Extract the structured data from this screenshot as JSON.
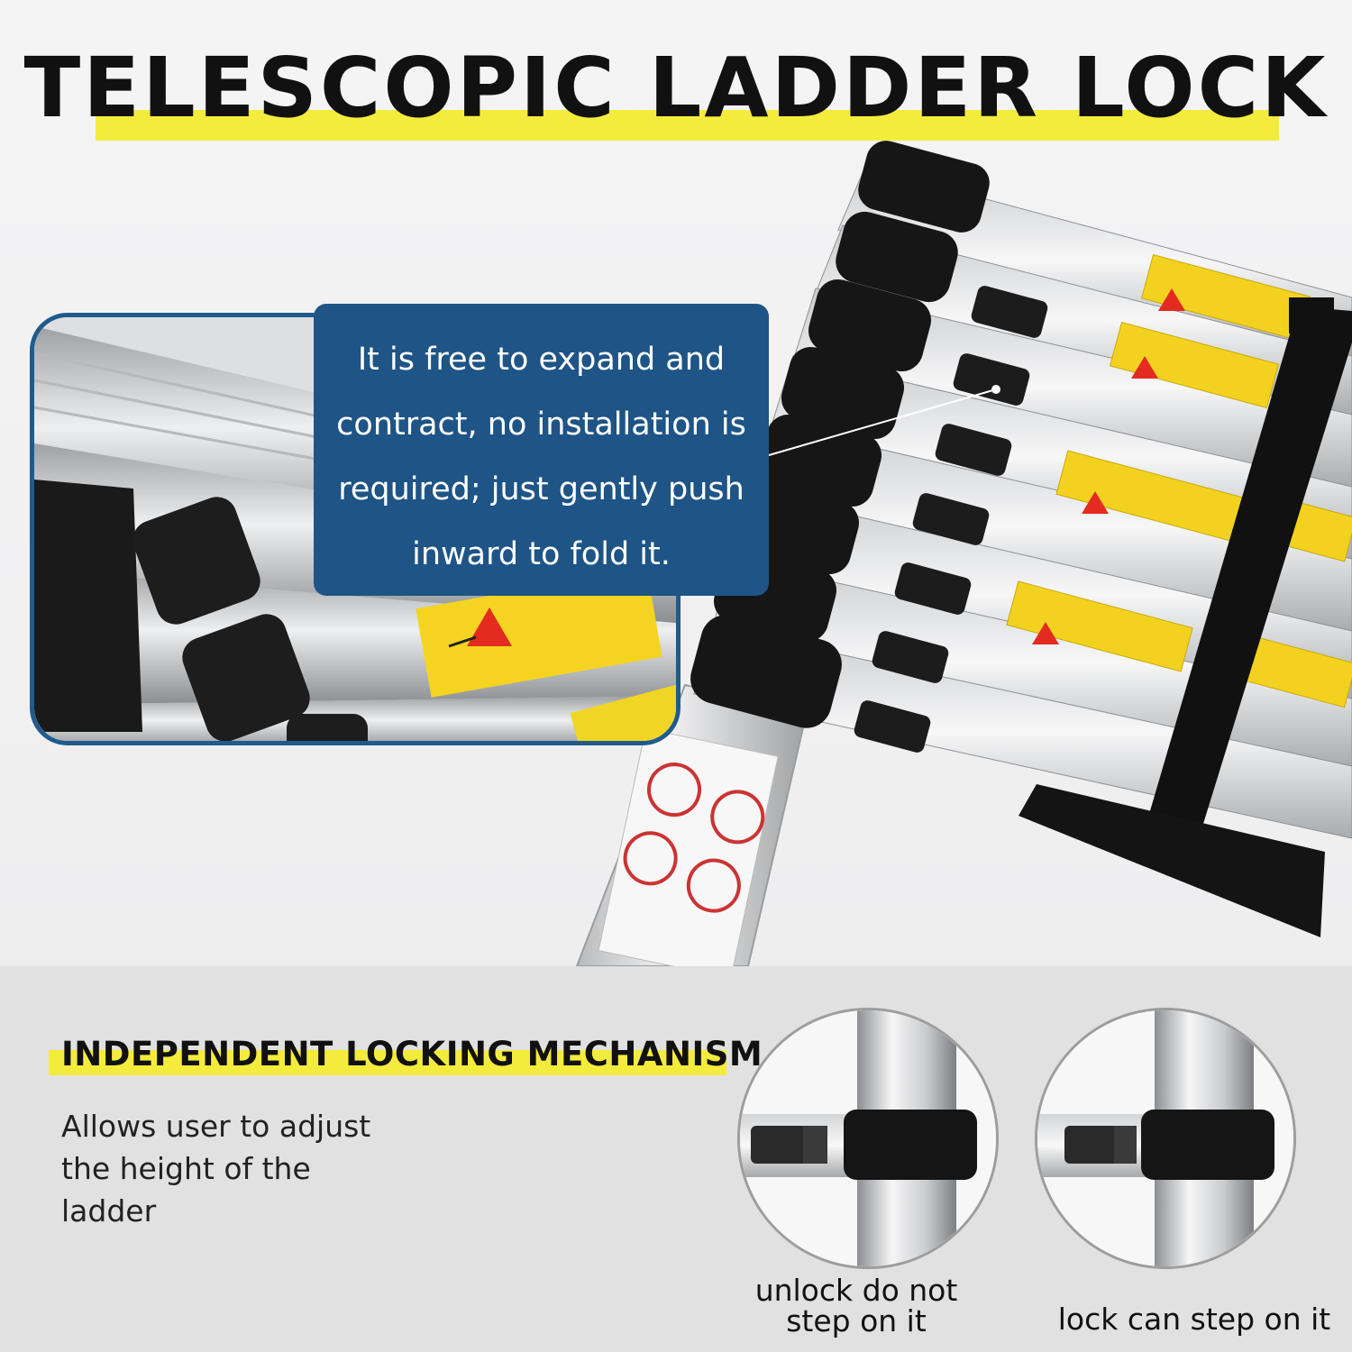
{
  "title": "TELESCOPIC LADDER LOCK",
  "callout": {
    "lines": [
      "It is free to expand and",
      "contract, no installation is",
      "required; just gently push",
      "inward to fold it."
    ]
  },
  "feature": {
    "heading": "INDEPENDENT LOCKING MECHANISM",
    "description_lines": [
      "Allows user to adjust",
      "the height of the",
      "ladder"
    ]
  },
  "states": [
    {
      "caption_lines": [
        "unlock do not",
        "step on it"
      ]
    },
    {
      "caption_lines": [
        "lock can step on it"
      ]
    }
  ],
  "colors": {
    "accent_yellow": "#f4ec3c",
    "callout_blue": "#1e5486",
    "inset_border": "#1f5b8c"
  }
}
